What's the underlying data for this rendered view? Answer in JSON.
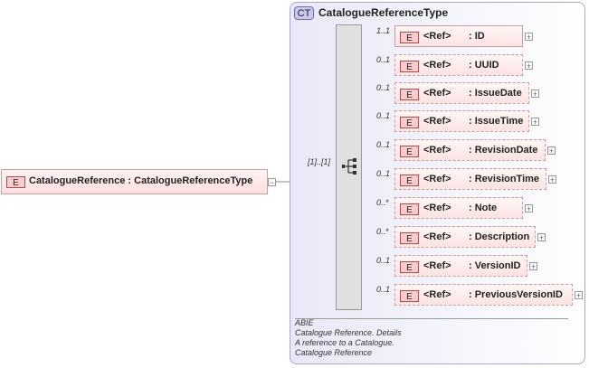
{
  "root": {
    "tag": "E",
    "name": "CatalogueReference",
    "type": "CatalogueReferenceType",
    "label": "CatalogueReference : CatalogueReferenceType",
    "cardinality": "[1]..[1]"
  },
  "complex_type": {
    "badge": "CT",
    "name": "CatalogueReferenceType"
  },
  "children": [
    {
      "tag": "E",
      "ref": "<Ref>",
      "name": ": ID",
      "cardinality": "1..1",
      "optional": false
    },
    {
      "tag": "E",
      "ref": "<Ref>",
      "name": ": UUID",
      "cardinality": "0..1",
      "optional": true
    },
    {
      "tag": "E",
      "ref": "<Ref>",
      "name": ": IssueDate",
      "cardinality": "0..1",
      "optional": true
    },
    {
      "tag": "E",
      "ref": "<Ref>",
      "name": ": IssueTime",
      "cardinality": "0..1",
      "optional": true
    },
    {
      "tag": "E",
      "ref": "<Ref>",
      "name": ": RevisionDate",
      "cardinality": "0..1",
      "optional": true
    },
    {
      "tag": "E",
      "ref": "<Ref>",
      "name": ": RevisionTime",
      "cardinality": "0..1",
      "optional": true
    },
    {
      "tag": "E",
      "ref": "<Ref>",
      "name": ": Note",
      "cardinality": "0..*",
      "optional": true
    },
    {
      "tag": "E",
      "ref": "<Ref>",
      "name": ": Description",
      "cardinality": "0..*",
      "optional": true
    },
    {
      "tag": "E",
      "ref": "<Ref>",
      "name": ": VersionID",
      "cardinality": "0..1",
      "optional": true
    },
    {
      "tag": "E",
      "ref": "<Ref>",
      "name": ": PreviousVersionID",
      "cardinality": "0..1",
      "optional": true
    }
  ],
  "annotation": [
    "ABIE",
    "Catalogue Reference. Details",
    "A reference to a Catalogue.",
    "Catalogue Reference"
  ]
}
